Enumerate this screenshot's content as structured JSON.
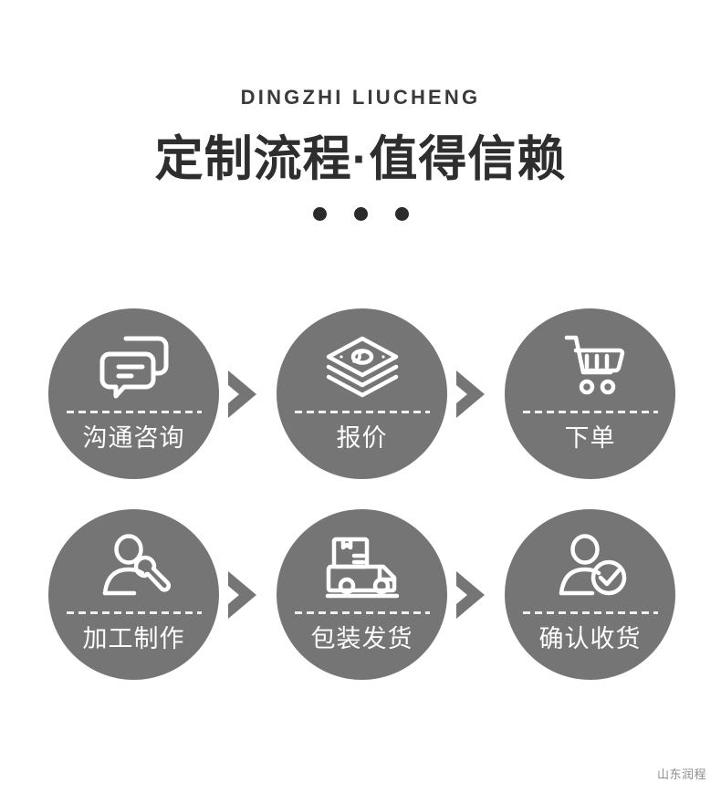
{
  "header": {
    "eyebrow": "DINGZHI LIUCHENG",
    "title": "定制流程·值得信赖",
    "dot_count": 3,
    "dot_color": "#2b2b2b",
    "title_color": "#2e2e2e"
  },
  "theme": {
    "circle_gray": "#757575",
    "label_color": "#fdfdfd",
    "arrow_gray": "#757575",
    "background": "#ffffff"
  },
  "flow": {
    "arrow_icon": "chevron-right-icon",
    "rows": [
      {
        "steps": [
          {
            "label": "沟通咨询",
            "icon": "chat-bubbles-icon"
          },
          {
            "label": "报价",
            "icon": "money-stack-icon"
          },
          {
            "label": "下单",
            "icon": "shopping-cart-icon"
          }
        ]
      },
      {
        "steps": [
          {
            "label": "加工制作",
            "icon": "person-wrench-icon"
          },
          {
            "label": "包装发货",
            "icon": "delivery-truck-icon"
          },
          {
            "label": "确认收货",
            "icon": "person-check-icon"
          }
        ]
      }
    ]
  },
  "watermark": {
    "text": "山东润程"
  }
}
